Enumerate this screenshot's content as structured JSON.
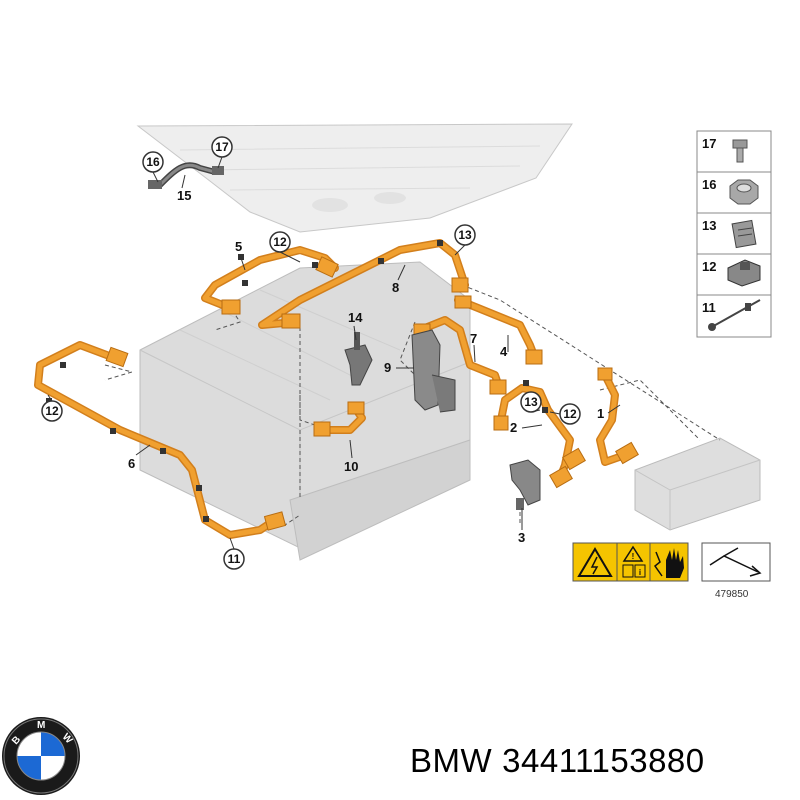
{
  "callouts": {
    "c1": "1",
    "c2": "2",
    "c3": "3",
    "c4": "4",
    "c5": "5",
    "c6": "6",
    "c7": "7",
    "c8": "8",
    "c9": "9",
    "c10": "10",
    "c11": "11",
    "c12": "12",
    "c13": "13",
    "c14": "14",
    "c15": "15",
    "c16": "16",
    "c17": "17"
  },
  "legend": [
    {
      "num": "17",
      "icon": "bolt-icon"
    },
    {
      "num": "16",
      "icon": "nut-icon"
    },
    {
      "num": "13",
      "icon": "connector-block-icon"
    },
    {
      "num": "12",
      "icon": "plug-clip-icon"
    },
    {
      "num": "11",
      "icon": "cable-tie-icon"
    }
  ],
  "reference_number": "479850",
  "warning_icons": [
    "high-voltage-warning-icon",
    "read-manual-icon",
    "electric-shock-hand-icon"
  ],
  "brand": {
    "name": "BMW",
    "part_number": "34411153880",
    "logo_letters": "BMW"
  },
  "colors": {
    "cable": "#f0a030",
    "cable_dark": "#d27f1c",
    "warning_yellow": "#f5c400",
    "battery_gray": "#d9d9d9",
    "bmw_blue": "#1c69d4"
  }
}
